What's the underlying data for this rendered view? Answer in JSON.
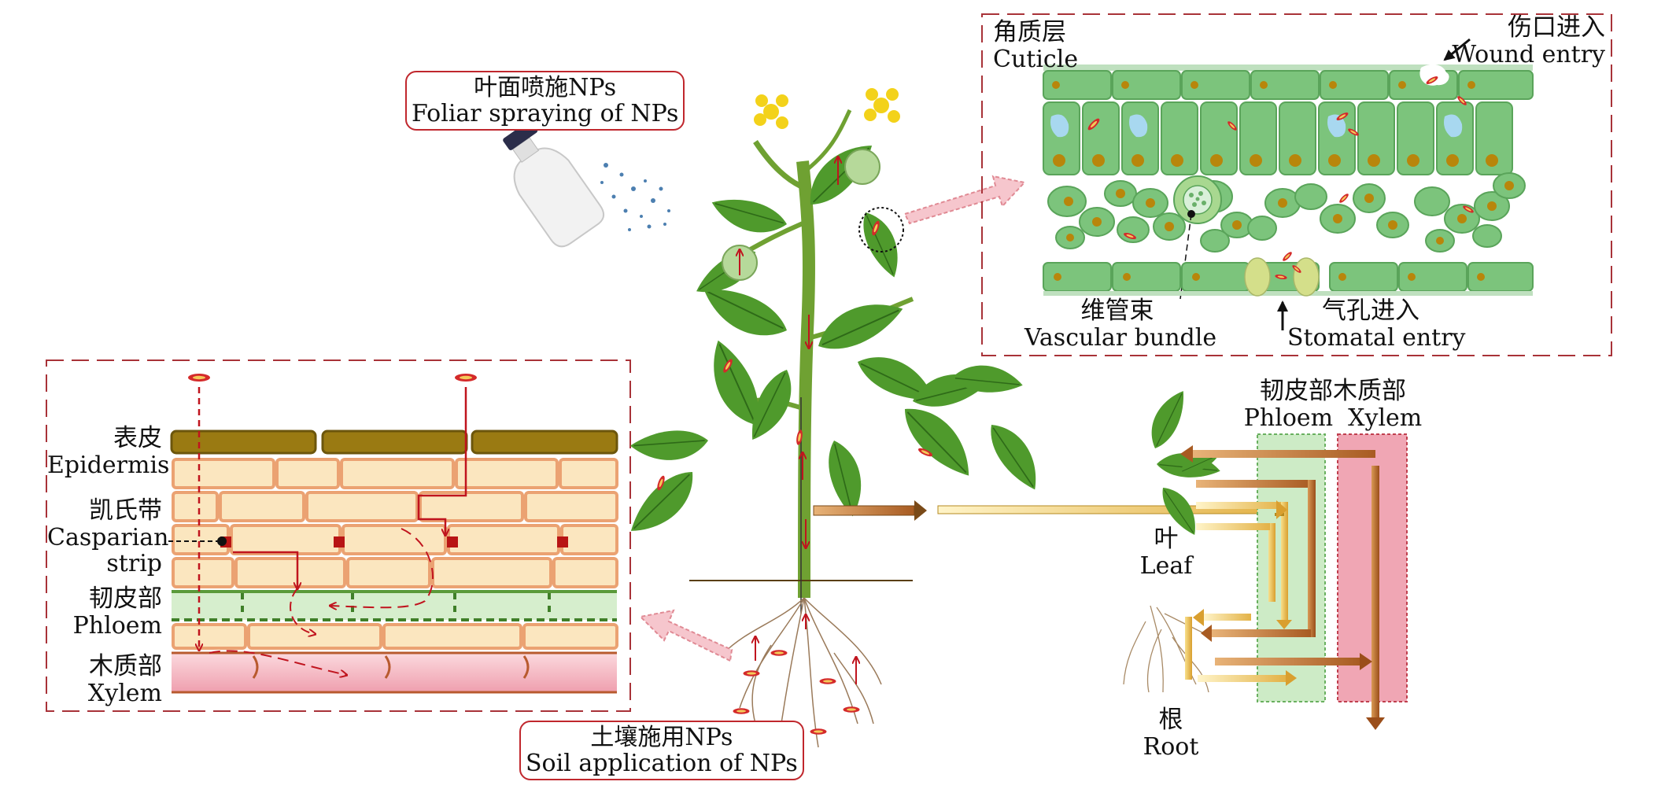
{
  "labels": {
    "foliar_spraying": {
      "cn": "叶面喷施NPs",
      "en": "Foliar spraying of NPs"
    },
    "soil_application": {
      "cn": "土壤施用NPs",
      "en": "Soil application of NPs"
    },
    "cuticle": {
      "cn": "角质层",
      "en": "Cuticle"
    },
    "wound_entry": {
      "cn": "伤口进入",
      "en": "Wound entry"
    },
    "vascular_bundle": {
      "cn": "维管束",
      "en": "Vascular bundle"
    },
    "stomatal_entry": {
      "cn": "气孔进入",
      "en": "Stomatal entry"
    },
    "epidermis": {
      "cn": "表皮",
      "en": "Epidermis"
    },
    "casparian_strip": {
      "cn": "凯氏带",
      "en": "Casparian",
      "en2": "strip"
    },
    "phloem_root": {
      "cn": "韧皮部",
      "en": "Phloem"
    },
    "xylem_root": {
      "cn": "木质部",
      "en": "Xylem"
    },
    "phloem_xylem_header": {
      "cn": "韧皮部木质部",
      "en": "Phloem  Xylem"
    },
    "leaf": {
      "cn": "叶",
      "en": "Leaf"
    },
    "root": {
      "cn": "根",
      "en": "Root"
    }
  },
  "colors": {
    "nanoparticle": "#d42a2a",
    "arrow_red": "#c0141e",
    "dashed_border": "#a83238",
    "leaf_green": "#77c077",
    "epidermis_brown": "#9a7a12",
    "root_cell": "#fbe6bf",
    "xylem_pink": "#f2b0bc",
    "phloem_band": "#cdebc6",
    "transport_gold": "#e2b64a",
    "transport_brown": "#b0652a"
  },
  "icons": [
    "spray-bottle-icon",
    "nanoparticle-icon",
    "flower-icon",
    "tomato-fruit-icon",
    "stoma-icon"
  ]
}
